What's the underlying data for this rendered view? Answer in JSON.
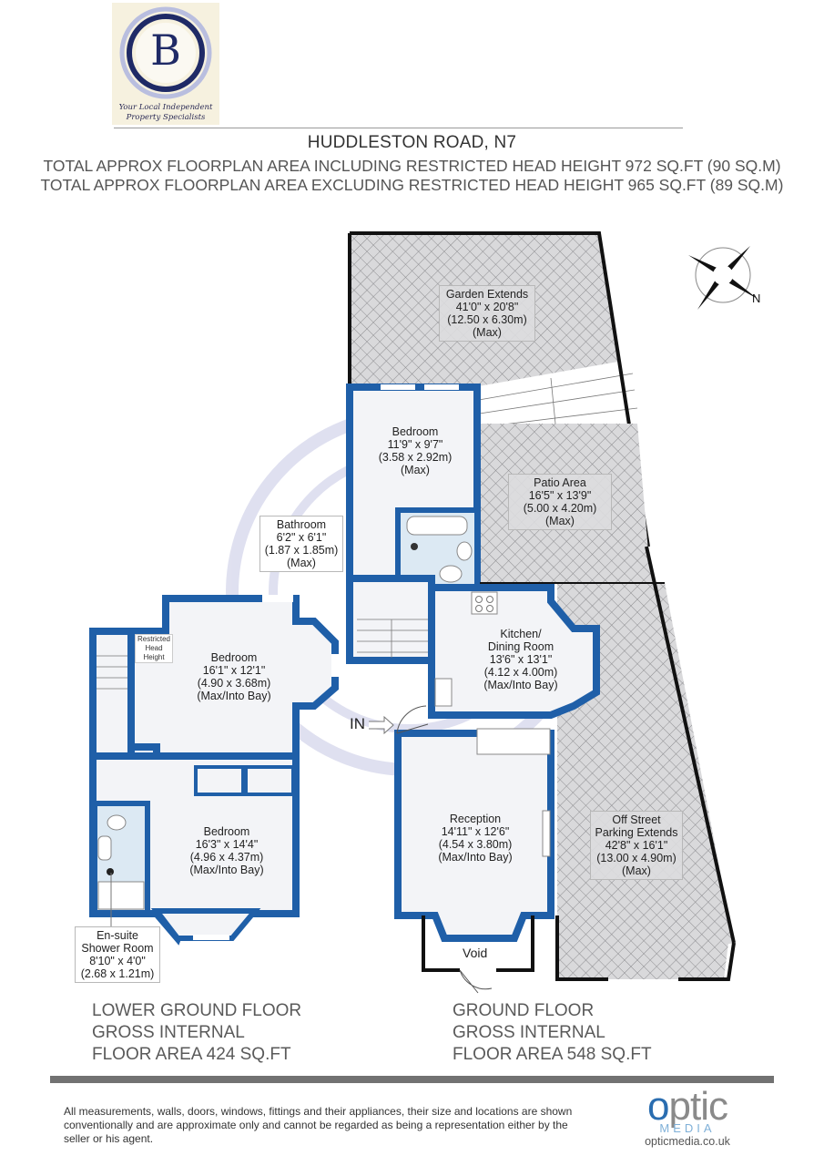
{
  "logo": {
    "letter": "B",
    "tagline_line1": "Your Local Independent",
    "tagline_line2": "Property Specialists",
    "colors": {
      "ring_outer": "#b9bedf",
      "ring_inner": "#1f2a66",
      "background": "#f6f1df"
    }
  },
  "header": {
    "title": "HUDDLESTON ROAD, N7",
    "area_including": "TOTAL APPROX FLOORPLAN AREA INCLUDING RESTRICTED HEAD HEIGHT 972 SQ.FT (90 SQ.M)",
    "area_excluding": "TOTAL APPROX FLOORPLAN AREA EXCLUDING RESTRICTED HEAD HEIGHT 965 SQ.FT (89 SQ.M)"
  },
  "compass": {
    "icon": "compass-rose-icon",
    "label": "N"
  },
  "colors": {
    "wall": "#1f5fa8",
    "room_fill": "#f3f4f7",
    "wet_room_fill": "#dce9f3",
    "outdoor_hatch": "#d9d9db",
    "boundary": "#111111",
    "watermark": "#c6c8e4"
  },
  "markers": {
    "entrance": "IN",
    "void": "Void",
    "restricted_head_height": "Restricted Head Height"
  },
  "rooms": {
    "garden": {
      "name": "Garden Extends",
      "imperial": "41'0\" x 20'8\"",
      "metric": "(12.50 x 6.30m)",
      "note": "(Max)"
    },
    "bedroom_ground": {
      "name": "Bedroom",
      "imperial": "11'9\" x 9'7\"",
      "metric": "(3.58 x 2.92m)",
      "note": "(Max)"
    },
    "patio": {
      "name": "Patio Area",
      "imperial": "16'5\" x 13'9\"",
      "metric": "(5.00 x 4.20m)",
      "note": "(Max)"
    },
    "bathroom": {
      "name": "Bathroom",
      "imperial": "6'2\" x 6'1\"",
      "metric": "(1.87 x 1.85m)",
      "note": "(Max)"
    },
    "kitchen": {
      "name_line1": "Kitchen/",
      "name_line2": "Dining Room",
      "imperial": "13'6\" x 13'1\"",
      "metric": "(4.12 x 4.00m)",
      "note": "(Max/Into Bay)"
    },
    "bedroom_lower_1": {
      "name": "Bedroom",
      "imperial": "16'1\" x 12'1\"",
      "metric": "(4.90 x 3.68m)",
      "note": "(Max/Into Bay)"
    },
    "bedroom_lower_2": {
      "name": "Bedroom",
      "imperial": "16'3\" x 14'4\"",
      "metric": "(4.96 x 4.37m)",
      "note": "(Max/Into Bay)"
    },
    "ensuite": {
      "name_line1": "En-suite",
      "name_line2": "Shower Room",
      "imperial": "8'10\" x 4'0\"",
      "metric": "(2.68 x 1.21m)"
    },
    "reception": {
      "name": "Reception",
      "imperial": "14'11\" x 12'6\"",
      "metric": "(4.54 x 3.80m)",
      "note": "(Max/Into Bay)"
    },
    "parking": {
      "name_line1": "Off Street",
      "name_line2": "Parking Extends",
      "imperial": "42'8\" x 16'1\"",
      "metric": "(13.00 x 4.90m)",
      "note": "(Max)"
    }
  },
  "floors": {
    "lower": {
      "line1": "LOWER GROUND FLOOR",
      "line2": "GROSS INTERNAL",
      "line3": "FLOOR AREA 424 SQ.FT"
    },
    "ground": {
      "line1": "GROUND FLOOR",
      "line2": "GROSS INTERNAL",
      "line3": "FLOOR AREA 548 SQ.FT"
    }
  },
  "footer": {
    "disclaimer": "All measurements, walls, doors, windows, fittings and their appliances, their size and locations are shown conventionally and are approximate only and cannot be regarded as being a representation either by the seller or his agent.",
    "brand_o": "o",
    "brand_rest": "ptic",
    "brand_media": "MEDIA",
    "brand_url": "opticmedia.co.uk"
  }
}
